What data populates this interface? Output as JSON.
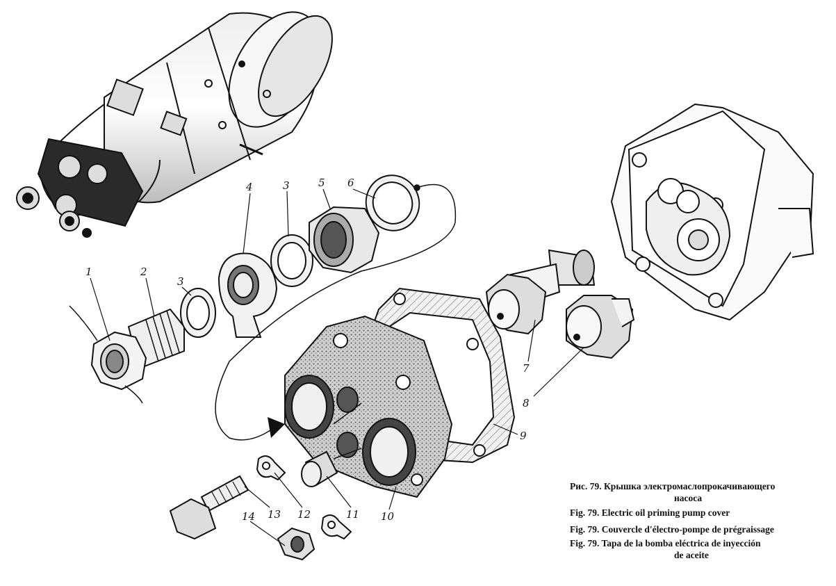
{
  "figure": {
    "callouts": {
      "n1": "1",
      "n2": "2",
      "n3a": "3",
      "n3b": "3",
      "n4": "4",
      "n5": "5",
      "n6": "6",
      "n7": "7",
      "n8": "8",
      "n9": "9",
      "n10": "10",
      "n11": "11",
      "n12": "12",
      "n13": "13",
      "n14": "14"
    }
  },
  "caption": {
    "ru_line1": "Рис. 79. Крышка    электромаслопрокачивающего",
    "ru_line2": "насоса",
    "en": "Fig. 79. Electric oil priming pump cover",
    "fr": "Fig. 79. Couvercle d'électro-pompe de prégraissage",
    "es_line1": "Fig. 79. Tapa de la bomba eléctrica de inyección",
    "es_line2": "de aceite"
  }
}
